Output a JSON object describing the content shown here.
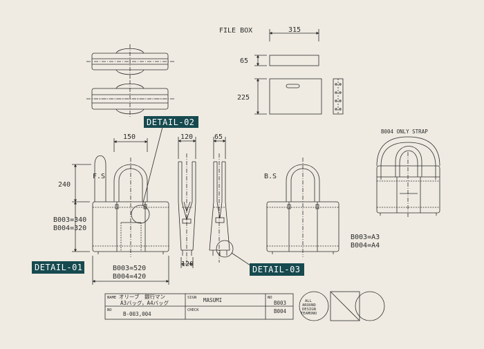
{
  "labels": {
    "file_box": "FILE BOX",
    "dim_315": "315",
    "dim_65_box": "65",
    "dim_225": "225",
    "strap_title": "B004 ONLY STRAP",
    "dim_150": "150",
    "dim_120_top": "120",
    "dim_65_side": "65",
    "dim_240": "240",
    "front_side": "F.S",
    "back_side": "B.S",
    "height_b003": "B003=340",
    "height_b004": "B004=320",
    "width_b003": "B003=520",
    "width_b004": "B004=420",
    "dim_120_bottom": "120",
    "size_b003": "B003=A3",
    "size_b004": "B004=A4"
  },
  "details": {
    "detail_01": "DETAIL-01",
    "detail_02": "DETAIL-02",
    "detail_03": "DETAIL-03"
  },
  "title_block": {
    "name_label": "NAME",
    "name_line1": "オリーブ　銀行マン",
    "name_line2": "A3バッグ，A4バッグ",
    "sign_label": "SIGN",
    "sign_value": "MASUMI",
    "no_label_top": "NO",
    "no_top_line1": "B003",
    "no_top_line2": "B004",
    "no_label": "NO",
    "no_value": "B-003,004",
    "check_label": "CHECK"
  },
  "logo": {
    "line1": "ALL",
    "line2": "AROUND",
    "line3": "DESIGN",
    "line4": "TEAMONO"
  },
  "colors": {
    "background": "#efebe2",
    "ink": "#2a2a2a",
    "tag": "#164a4f"
  }
}
